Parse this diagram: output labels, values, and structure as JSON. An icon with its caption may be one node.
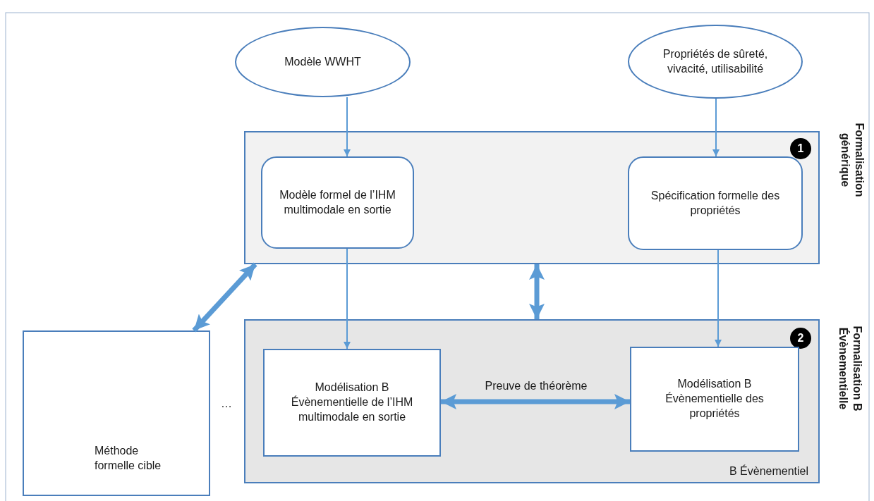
{
  "diagram": {
    "nodes": [
      {
        "text": [
          "Modèle WWHT"
        ]
      },
      {
        "text": [
          "Propriétés de sûreté, vivacité, utilisabilité"
        ]
      },
      {
        "text": [],
        "shape": "box",
        "beside": [
          "Formalisation générique"
        ]
      },
      {
        "text": [
          "1"
        ],
        "in": 2
      },
      {
        "text": [
          "Modèle formel de l’IHM multimodale en sortie"
        ],
        "in": 2
      },
      {
        "text": [
          "Spécification formelle des propriétés"
        ],
        "in": 2
      },
      {
        "text": [
          "Méthode formelle cible"
        ]
      },
      {
        "text": [
          "B Évènementiel"
        ],
        "beside": [
          "Formalisation B Évènementielle"
        ]
      },
      {
        "text": [
          "2"
        ],
        "in": 7
      },
      {
        "text": [
          "Modélisation B Évènementielle de l’IHM multimodale en sortie"
        ],
        "in": 7
      },
      {
        "text": [
          "Modélisation B Évènementielle des propriétés"
        ],
        "in": 7
      }
    ],
    "edges": [
      {
        "from": 0,
        "to": 4,
        "arrow": "to"
      },
      {
        "from": 1,
        "to": 5,
        "arrow": "to"
      },
      {
        "from": 4,
        "to": 9,
        "arrow": "to"
      },
      {
        "from": 5,
        "to": 10,
        "arrow": "to"
      },
      {
        "from": 2,
        "to": 6,
        "arrow": "both",
        "style": "thick"
      },
      {
        "from": 2,
        "to": 7,
        "arrow": "both",
        "style": "thick"
      },
      {
        "from": 9,
        "to": 10,
        "arrow": "both",
        "style": "thick",
        "label": "Preuve de théorème"
      }
    ],
    "labels": [
      "…"
    ]
  }
}
